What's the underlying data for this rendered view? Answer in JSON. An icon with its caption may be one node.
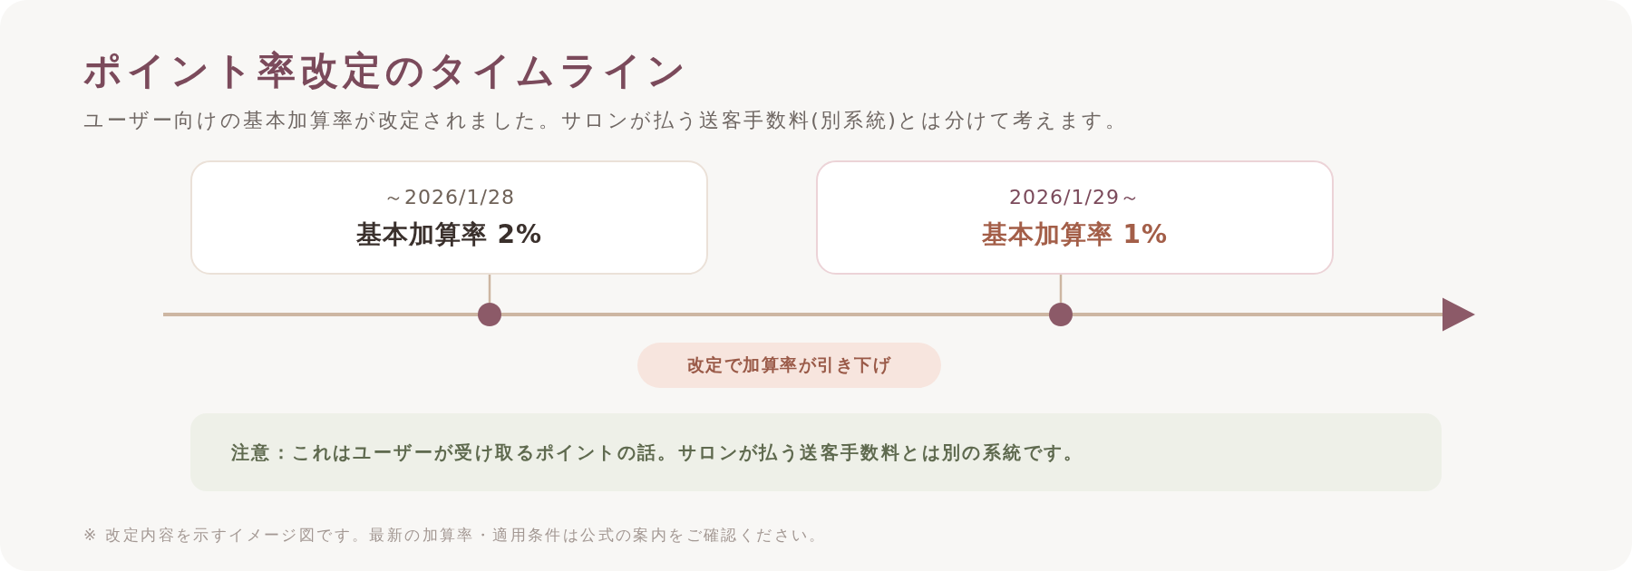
{
  "diagram": {
    "title": "ポイント率改定のタイムライン",
    "nodes": [
      {
        "text": [
          "～2026/1/28",
          "基本加算率 2%"
        ]
      },
      {
        "text": [
          "2026/1/29～",
          "基本加算率 1%"
        ]
      },
      {
        "text": [],
        "shape": "circle"
      },
      {
        "text": [],
        "shape": "circle"
      },
      {
        "text": [
          "改定で加算率が引き下げ"
        ]
      },
      {
        "text": [
          "注意：これはユーザーが受け取るポイントの話。サロンが払う送客手数料とは別の系統です。"
        ]
      }
    ],
    "edges": [
      {
        "from": 0,
        "to": 2,
        "arrow": "none"
      },
      {
        "from": 1,
        "to": 3,
        "arrow": "none"
      }
    ],
    "labels": [
      "ユーザー向けの基本加算率が改定されました。サロンが払う送客手数料(別系統)とは分けて考えます。",
      "※ 改定内容を示すイメージ図です。最新の加算率・適用条件は公式の案内をご確認ください。"
    ]
  }
}
